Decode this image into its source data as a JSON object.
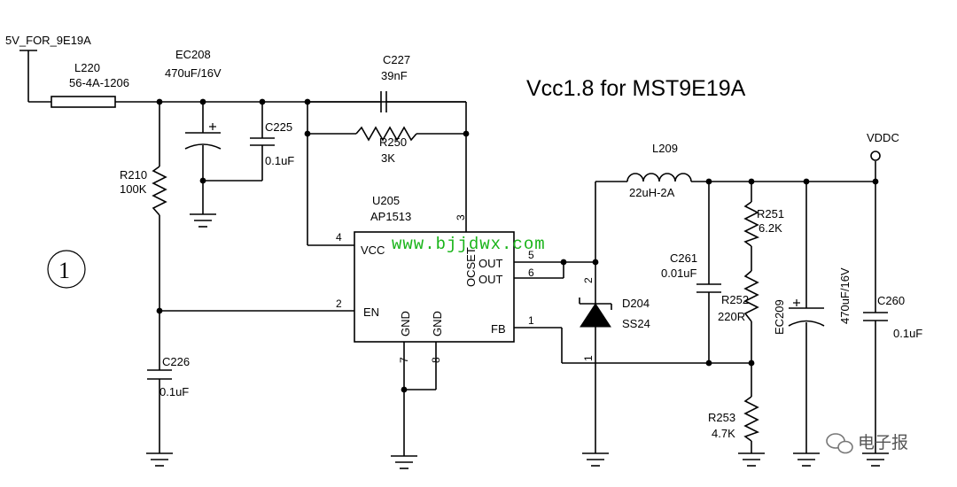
{
  "title": "Vcc1.8 for MST9E19A",
  "section_marker": "1",
  "watermark": "www.bjjdwx.com",
  "brand": "电子报",
  "nets": {
    "input": "5V_FOR_9E19A",
    "output": "VDDC"
  },
  "components": {
    "L220": {
      "ref": "L220",
      "value": "56-4A-1206"
    },
    "EC208": {
      "ref": "EC208",
      "value": "470uF/16V"
    },
    "C225": {
      "ref": "C225",
      "value": "0.1uF"
    },
    "C227": {
      "ref": "C227",
      "value": "39nF"
    },
    "R250": {
      "ref": "R250",
      "value": "3K"
    },
    "R210": {
      "ref": "R210",
      "value": "100K"
    },
    "C226": {
      "ref": "C226",
      "value": "0.1uF"
    },
    "U205": {
      "ref": "U205",
      "value": "AP1513"
    },
    "L209": {
      "ref": "L209",
      "value": "22uH-2A"
    },
    "D204": {
      "ref": "D204",
      "value": "SS24"
    },
    "C261": {
      "ref": "C261",
      "value": "0.01uF"
    },
    "R251": {
      "ref": "R251",
      "value": "6.2K"
    },
    "R252": {
      "ref": "R252",
      "value": "220R"
    },
    "R253": {
      "ref": "R253",
      "value": "4.7K"
    },
    "EC209": {
      "ref": "EC209",
      "value": "470uF/16V"
    },
    "C260": {
      "ref": "C260",
      "value": "0.1uF"
    }
  },
  "ic_pins": {
    "vcc": {
      "num": "4",
      "name": "VCC"
    },
    "en": {
      "num": "2",
      "name": "EN"
    },
    "ocset": {
      "num": "3",
      "name": "OCSET"
    },
    "out1": {
      "num": "5",
      "name": "OUT"
    },
    "out2": {
      "num": "6",
      "name": "OUT"
    },
    "fb": {
      "num": "1",
      "name": "FB"
    },
    "gnd1": {
      "num": "7",
      "name": "GND"
    },
    "gnd2": {
      "num": "8",
      "name": "GND"
    }
  },
  "diode_pins": {
    "cathode": "2",
    "anode": "1"
  }
}
